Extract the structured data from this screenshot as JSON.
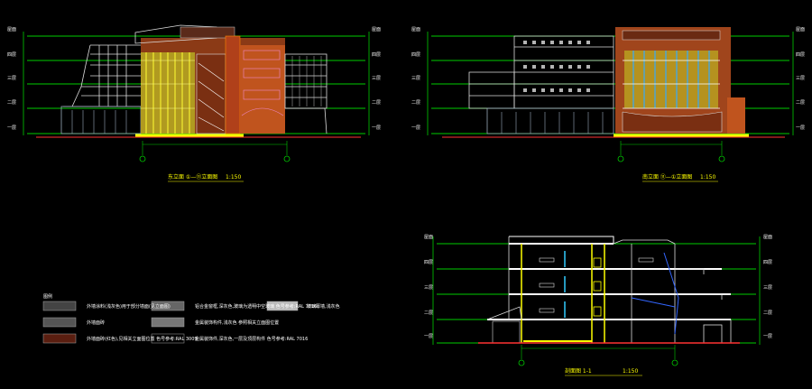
{
  "drawing": {
    "elevation_a": {
      "caption": "东立面 ①—⑪立面图",
      "scale": "1:150"
    },
    "elevation_b": {
      "caption": "南立面 ⑪—①立面图",
      "scale": "1:150"
    },
    "section": {
      "caption": "剖面图 1-1",
      "scale": "1:150"
    },
    "level_labels": [
      "屋面",
      "四层",
      "三层",
      "二层",
      "一层"
    ],
    "legend": {
      "title": "图例",
      "items": [
        {
          "text": "外墙涂料(浅灰色)用于部分墙面(见立面图)"
        },
        {
          "text": "外墙面砖"
        },
        {
          "text": "外墙面砖(红色),见相关立面图位置 色号参考:RAL 3009"
        },
        {
          "text": "铝合金窗框,深灰色,玻璃为透明中空玻璃 色号参考:RAL 7016"
        },
        {
          "text": "金属装饰构件,浅灰色 参照相关立面图位置"
        },
        {
          "text": "金属装饰件,深灰色,一层及顶层构件 色号参考:RAL 7016"
        },
        {
          "text": "玻璃幕墙,浅灰色"
        }
      ]
    }
  }
}
